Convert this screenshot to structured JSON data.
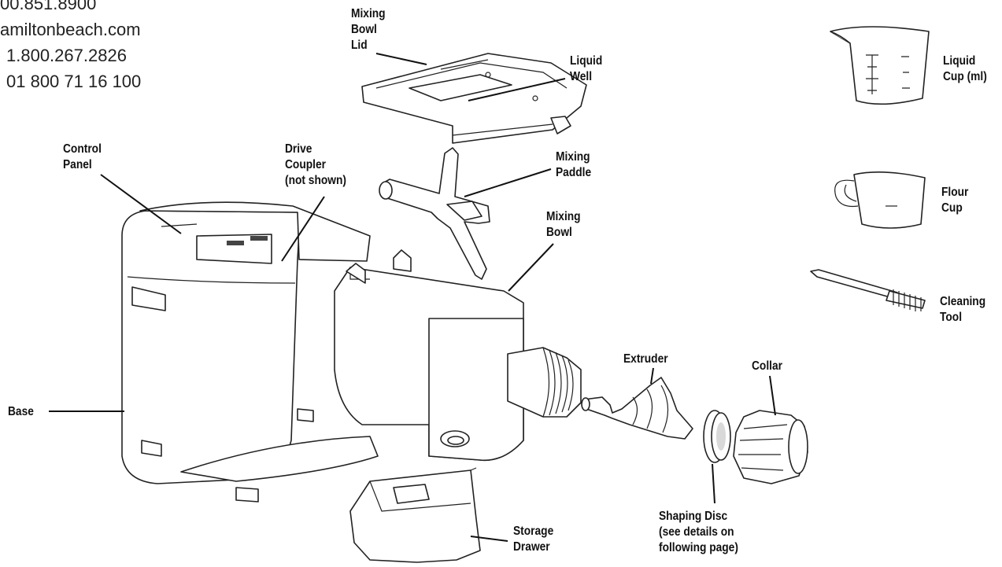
{
  "contact": {
    "line1": "00.851.8900",
    "line2": "amiltonbeach.com",
    "line3": "1.800.267.2826",
    "line4": "01 800 71 16 100"
  },
  "labels": {
    "mixing_bowl_lid": [
      "Mixing",
      "Bowl",
      "Lid"
    ],
    "liquid_well": [
      "Liquid",
      "Well"
    ],
    "liquid_cup": [
      "Liquid",
      "Cup (ml)"
    ],
    "control_panel": [
      "Control",
      "Panel"
    ],
    "drive_coupler": [
      "Drive",
      "Coupler",
      "(not shown)"
    ],
    "mixing_paddle": [
      "Mixing",
      "Paddle"
    ],
    "mixing_bowl": [
      "Mixing",
      "Bowl"
    ],
    "flour_cup": [
      "Flour",
      "Cup"
    ],
    "cleaning_tool": [
      "Cleaning",
      "Tool"
    ],
    "extruder": [
      "Extruder"
    ],
    "collar": [
      "Collar"
    ],
    "base": [
      "Base"
    ],
    "shaping_disc": [
      "Shaping Disc",
      "(see details on",
      "following page)"
    ],
    "storage_drawer": [
      "Storage",
      "Drawer"
    ]
  }
}
